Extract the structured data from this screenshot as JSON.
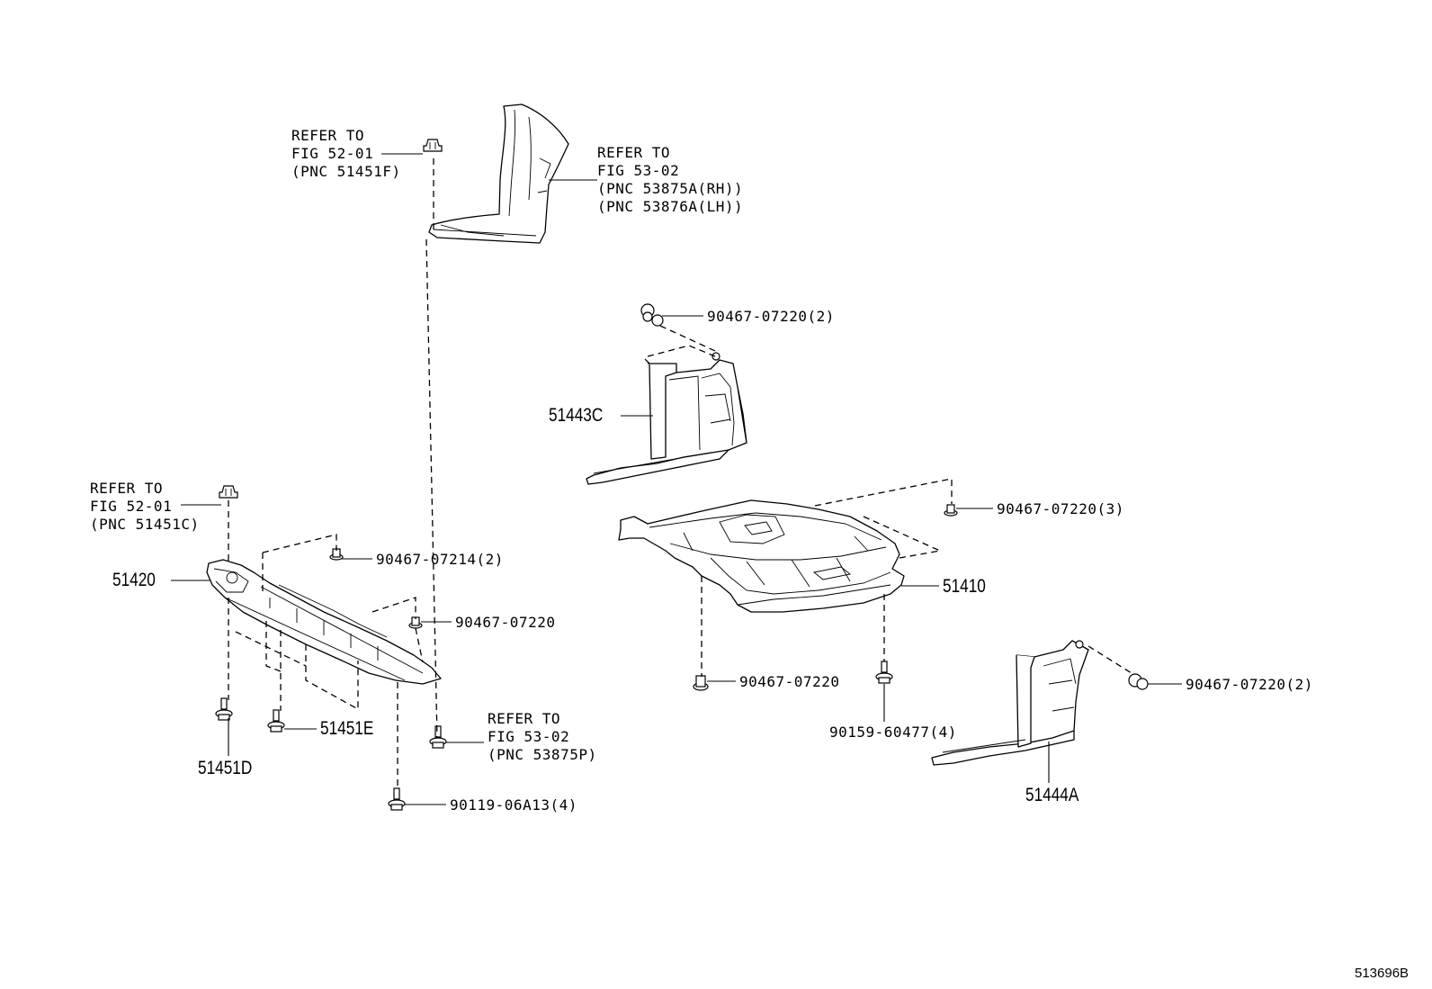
{
  "refer_c1": {
    "line1": "REFER TO",
    "line2": "FIG 52-01",
    "line3": "(PNC 51451F)"
  },
  "refer_c2": {
    "line1": "REFER TO",
    "line2": "FIG 53-02",
    "line3": "(PNC 53875A(RH))",
    "line4": "(PNC 53876A(LH))"
  },
  "refer_c3": {
    "line1": "REFER TO",
    "line2": "FIG 52-01",
    "line3": "(PNC 51451C)"
  },
  "refer_c4": {
    "line1": "REFER TO",
    "line2": "FIG 53-02",
    "line3": "(PNC 53875P)"
  },
  "parts": {
    "p51420": "51420",
    "p51443C": "51443C",
    "p51410": "51410",
    "p51444A": "51444A",
    "p51451E": "51451E",
    "p51451D": "51451D"
  },
  "fasteners": {
    "f_90467_07220_2_top": "90467-07220(2)",
    "f_90467_07214_2": "90467-07214(2)",
    "f_90467_07220_a": "90467-07220",
    "f_90467_07220_3": "90467-07220(3)",
    "f_90467_07220_b": "90467-07220",
    "f_90159_60477_4": "90159-60477(4)",
    "f_90467_07220_2_right": "90467-07220(2)",
    "f_90119_06A13_4": "90119-06A13(4)"
  },
  "diagram_id": "513696B"
}
